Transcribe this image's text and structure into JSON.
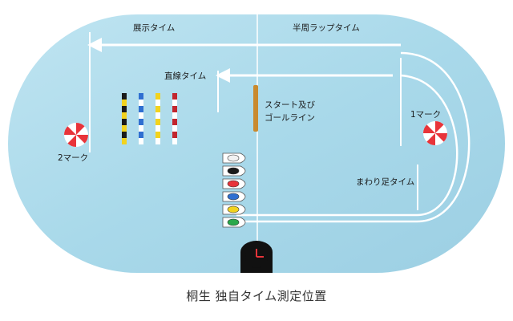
{
  "labels": {
    "exhibition_time": "展示タイム",
    "half_lap_time": "半周ラップタイム",
    "straight_time": "直線タイム",
    "start_goal_line": "スタート及び",
    "start_goal_line_2": "ゴールライン",
    "mark_1": "1マーク",
    "mark_2": "2マーク",
    "turn_time": "まわり足タイム"
  },
  "caption": "桐生 独自タイム測定位置",
  "colors": {
    "water": "#a9d9ea",
    "track_line": "#ffffff",
    "start_line": "#c98a2e",
    "buoy": "#e8343a"
  },
  "boats": [
    {
      "color": "#f2f2f2"
    },
    {
      "color": "#1a1a1a"
    },
    {
      "color": "#e8343a"
    },
    {
      "color": "#2f6fd1"
    },
    {
      "color": "#f2d31e"
    },
    {
      "color": "#2aa84a"
    }
  ],
  "poles": [
    {
      "color": "#1a1a1a",
      "alt": "#f2d31e"
    },
    {
      "color": "#2f6fd1",
      "alt": "#ffffff"
    },
    {
      "color": "#f2d31e",
      "alt": "#ffffff"
    },
    {
      "color": "#c2262e",
      "alt": "#ffffff"
    }
  ]
}
